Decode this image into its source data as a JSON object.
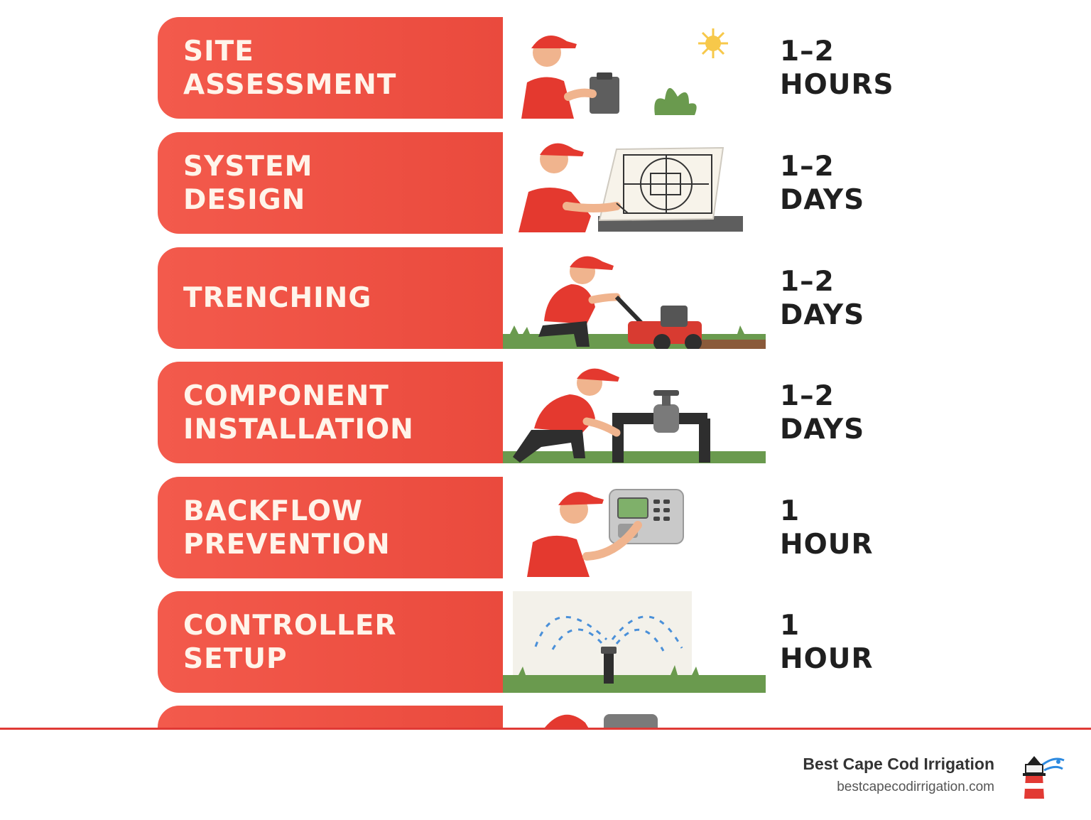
{
  "steps": [
    {
      "label": "SITE\nASSESSMENT",
      "duration": "1–2\nHOURS",
      "icon": "worker-clipboard-icon"
    },
    {
      "label": "SYSTEM\nDESIGN",
      "duration": "1–2\nDAYS",
      "icon": "worker-blueprint-icon"
    },
    {
      "label": "TRENCHING",
      "duration": "1–2\nDAYS",
      "icon": "worker-trencher-icon"
    },
    {
      "label": "COMPONENT\nINSTALLATION",
      "duration": "1–2\nDAYS",
      "icon": "worker-valve-icon"
    },
    {
      "label": "BACKFLOW\nPREVENTION",
      "duration": "1\nHOUR",
      "icon": "worker-controller-icon"
    },
    {
      "label": "CONTROLLER\nSETUP",
      "duration": "1\nHOUR",
      "icon": "sprinkler-icon"
    },
    {
      "label": "",
      "duration": "",
      "icon": "worker-partial-icon"
    }
  ],
  "brand": {
    "name": "Best Cape Cod Irrigation",
    "url": "bestcapecodirrigation.com",
    "logo": "lighthouse-logo-icon"
  },
  "colors": {
    "accent": "#ea4a3d",
    "label_text": "#fff4ea",
    "grass": "#6a9a4e",
    "divider": "#e03a36"
  }
}
